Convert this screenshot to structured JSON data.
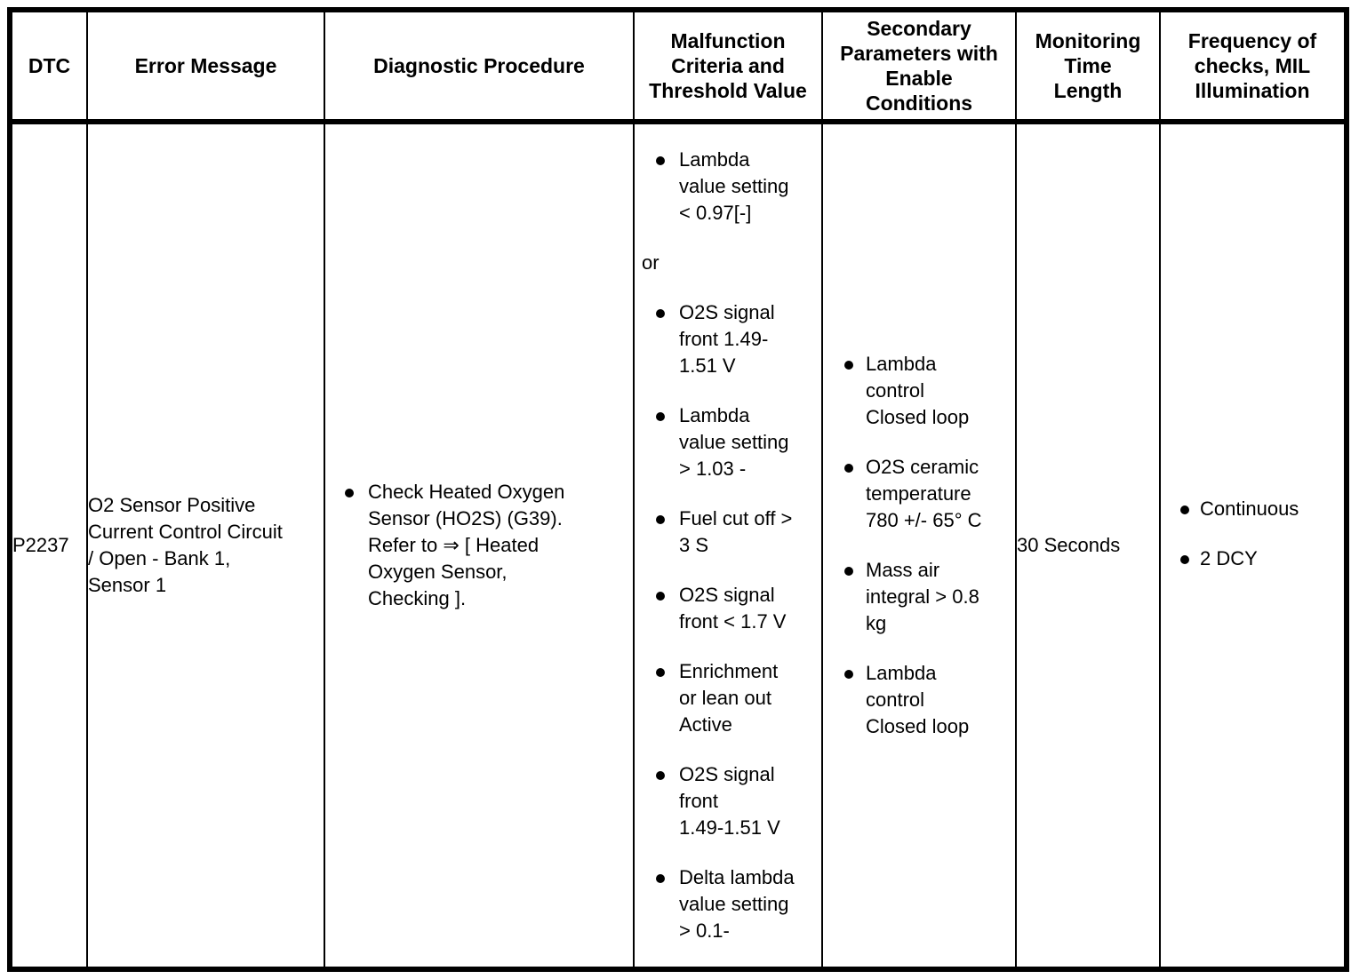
{
  "table": {
    "columns": [
      {
        "key": "dtc",
        "header": "DTC"
      },
      {
        "key": "error",
        "header": "Error Message"
      },
      {
        "key": "diag",
        "header": "Diagnostic Procedure"
      },
      {
        "key": "malf",
        "header": "Malfunction\nCriteria and\nThreshold Value"
      },
      {
        "key": "secondary",
        "header": "Secondary\nParameters with\nEnable\nConditions"
      },
      {
        "key": "monitor",
        "header": "Monitoring\nTime\nLength"
      },
      {
        "key": "frequency",
        "header": "Frequency of\nchecks, MIL\nIllumination"
      }
    ],
    "rows": [
      {
        "dtc": "P2237",
        "error_message": "O2 Sensor Positive\nCurrent Control Circuit\n/ Open - Bank 1,\nSensor 1",
        "error_message_lines": [
          "O2 Sensor Positive",
          "Current Control Circuit",
          "/ Open - Bank 1,",
          "Sensor 1"
        ],
        "diagnostic_procedure": [
          "Check Heated Oxygen\nSensor (HO2S) (G39).\nRefer to ⇒ [ Heated\nOxygen Sensor,\nChecking ]."
        ],
        "malfunction_criteria_group_1": [
          "Lambda\nvalue setting\n< 0.97[-]"
        ],
        "malfunction_criteria_separator": "or",
        "malfunction_criteria_group_2": [
          "O2S signal\nfront 1.49-\n1.51 V",
          "Lambda\nvalue setting\n> 1.03 -",
          "Fuel cut off >\n3 S",
          "O2S signal\nfront < 1.7 V",
          "Enrichment\nor lean out\nActive",
          "O2S signal\nfront\n1.49-1.51 V",
          "Delta lambda\nvalue setting\n> 0.1-"
        ],
        "secondary_parameters": [
          "Lambda\ncontrol\nClosed loop",
          "O2S ceramic\ntemperature\n780 +/- 65° C",
          "Mass air\nintegral > 0.8\nkg",
          "Lambda\ncontrol\nClosed loop"
        ],
        "monitoring_time_length": "30 Seconds",
        "frequency_of_checks": [
          "Continuous",
          "2 DCY"
        ]
      }
    ]
  },
  "colors": {
    "border": "#000000",
    "text": "#000000",
    "background": "#ffffff"
  }
}
